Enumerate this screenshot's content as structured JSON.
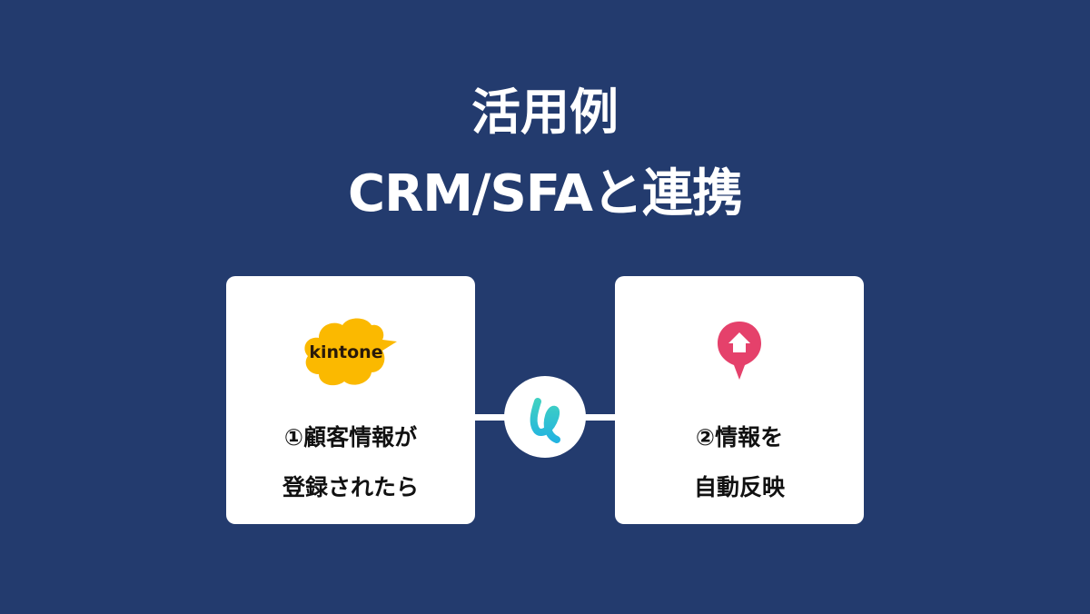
{
  "header": {
    "title_line1": "活用例",
    "title_line2": "CRM/SFAと連携"
  },
  "cards": [
    {
      "logo": "kintone-logo",
      "logo_text": "kintone",
      "line1": "①顧客情報が",
      "line2": "登録されたら"
    },
    {
      "logo": "home-pin-icon",
      "line1": "②情報を",
      "line2": "自動反映"
    }
  ],
  "connector": {
    "icon": "yoom-logo-icon"
  },
  "colors": {
    "background": "#233b6e",
    "card": "#ffffff",
    "kintone_yellow": "#fbb900",
    "pin_pink": "#e5416b",
    "hub_teal": "#2ec4d6"
  }
}
